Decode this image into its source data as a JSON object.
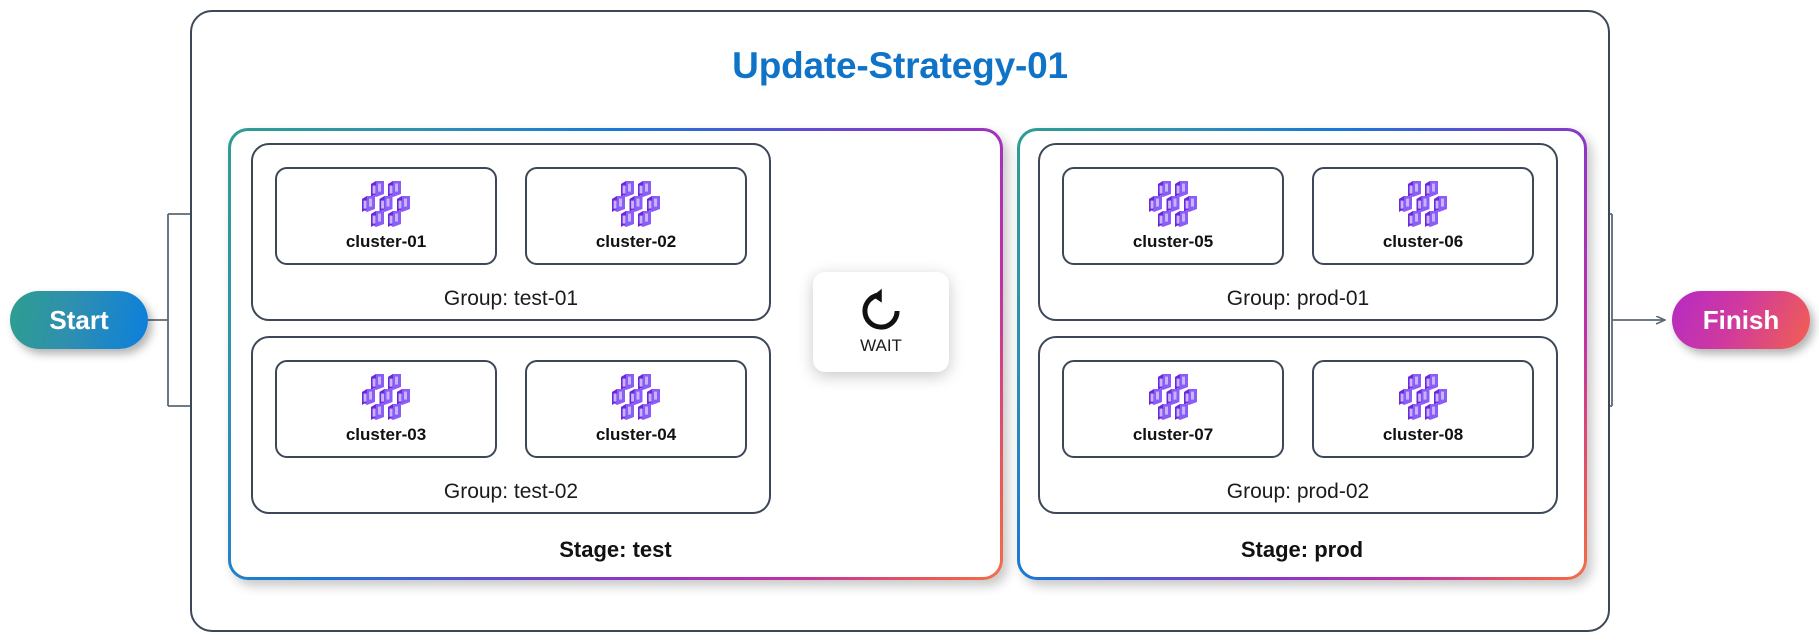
{
  "diagram": {
    "title": "Update-Strategy-01",
    "title_color": "#0f74c8",
    "start_label": "Start",
    "finish_label": "Finish",
    "start_gradient": [
      "#2d9e8f",
      "#0b7fdd"
    ],
    "finish_gradient": [
      "#b52bc4",
      "#f2604f"
    ],
    "stage_border_gradient": [
      "#2e9e92",
      "#1879d6",
      "#8f36c6",
      "#f0704a"
    ],
    "node_border_color": "#3c4858"
  },
  "wait": {
    "label": "WAIT",
    "icon": "rotate-ccw-icon"
  },
  "stages": [
    {
      "label": "Stage: test",
      "groups": [
        {
          "label": "Group: test-01",
          "clusters": [
            {
              "name": "cluster-01",
              "icon": "cluster-icon"
            },
            {
              "name": "cluster-02",
              "icon": "cluster-icon"
            }
          ]
        },
        {
          "label": "Group: test-02",
          "clusters": [
            {
              "name": "cluster-03",
              "icon": "cluster-icon"
            },
            {
              "name": "cluster-04",
              "icon": "cluster-icon"
            }
          ]
        }
      ]
    },
    {
      "label": "Stage: prod",
      "groups": [
        {
          "label": "Group: prod-01",
          "clusters": [
            {
              "name": "cluster-05",
              "icon": "cluster-icon"
            },
            {
              "name": "cluster-06",
              "icon": "cluster-icon"
            }
          ]
        },
        {
          "label": "Group: prod-02",
          "clusters": [
            {
              "name": "cluster-07",
              "icon": "cluster-icon"
            },
            {
              "name": "cluster-08",
              "icon": "cluster-icon"
            }
          ]
        }
      ]
    }
  ]
}
